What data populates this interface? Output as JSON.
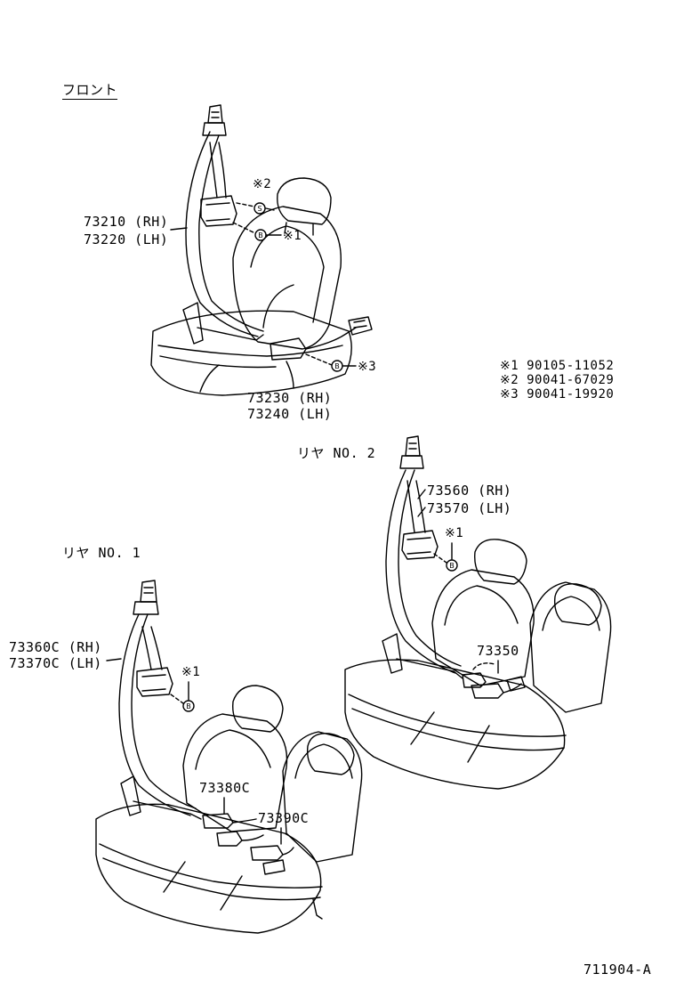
{
  "sections": {
    "front": "フロント",
    "rear1": "リヤ NO. 1",
    "rear2": "リヤ NO. 2"
  },
  "parts": {
    "front_belt_rh": "73210 (RH)",
    "front_belt_lh": "73220 (LH)",
    "front_buckle_rh": "73230 (RH)",
    "front_buckle_lh": "73240 (LH)",
    "rear1_belt_rh": "73360C (RH)",
    "rear1_belt_lh": "73370C (LH)",
    "rear1_buckle_a": "73380C",
    "rear1_buckle_b": "73390C",
    "rear2_belt_rh": "73560 (RH)",
    "rear2_belt_lh": "73570 (LH)",
    "rear2_buckle": "73350"
  },
  "refs": {
    "front_nut": "※2",
    "front_bolt": "※1",
    "front_buckle_bolt": "※3",
    "rear1_bolt": "※1",
    "rear2_bolt": "※1"
  },
  "fasteners": [
    "※1 90105-11052",
    "※2 90041-67029",
    "※3 90041-19920"
  ],
  "figure_id": "711904-A"
}
